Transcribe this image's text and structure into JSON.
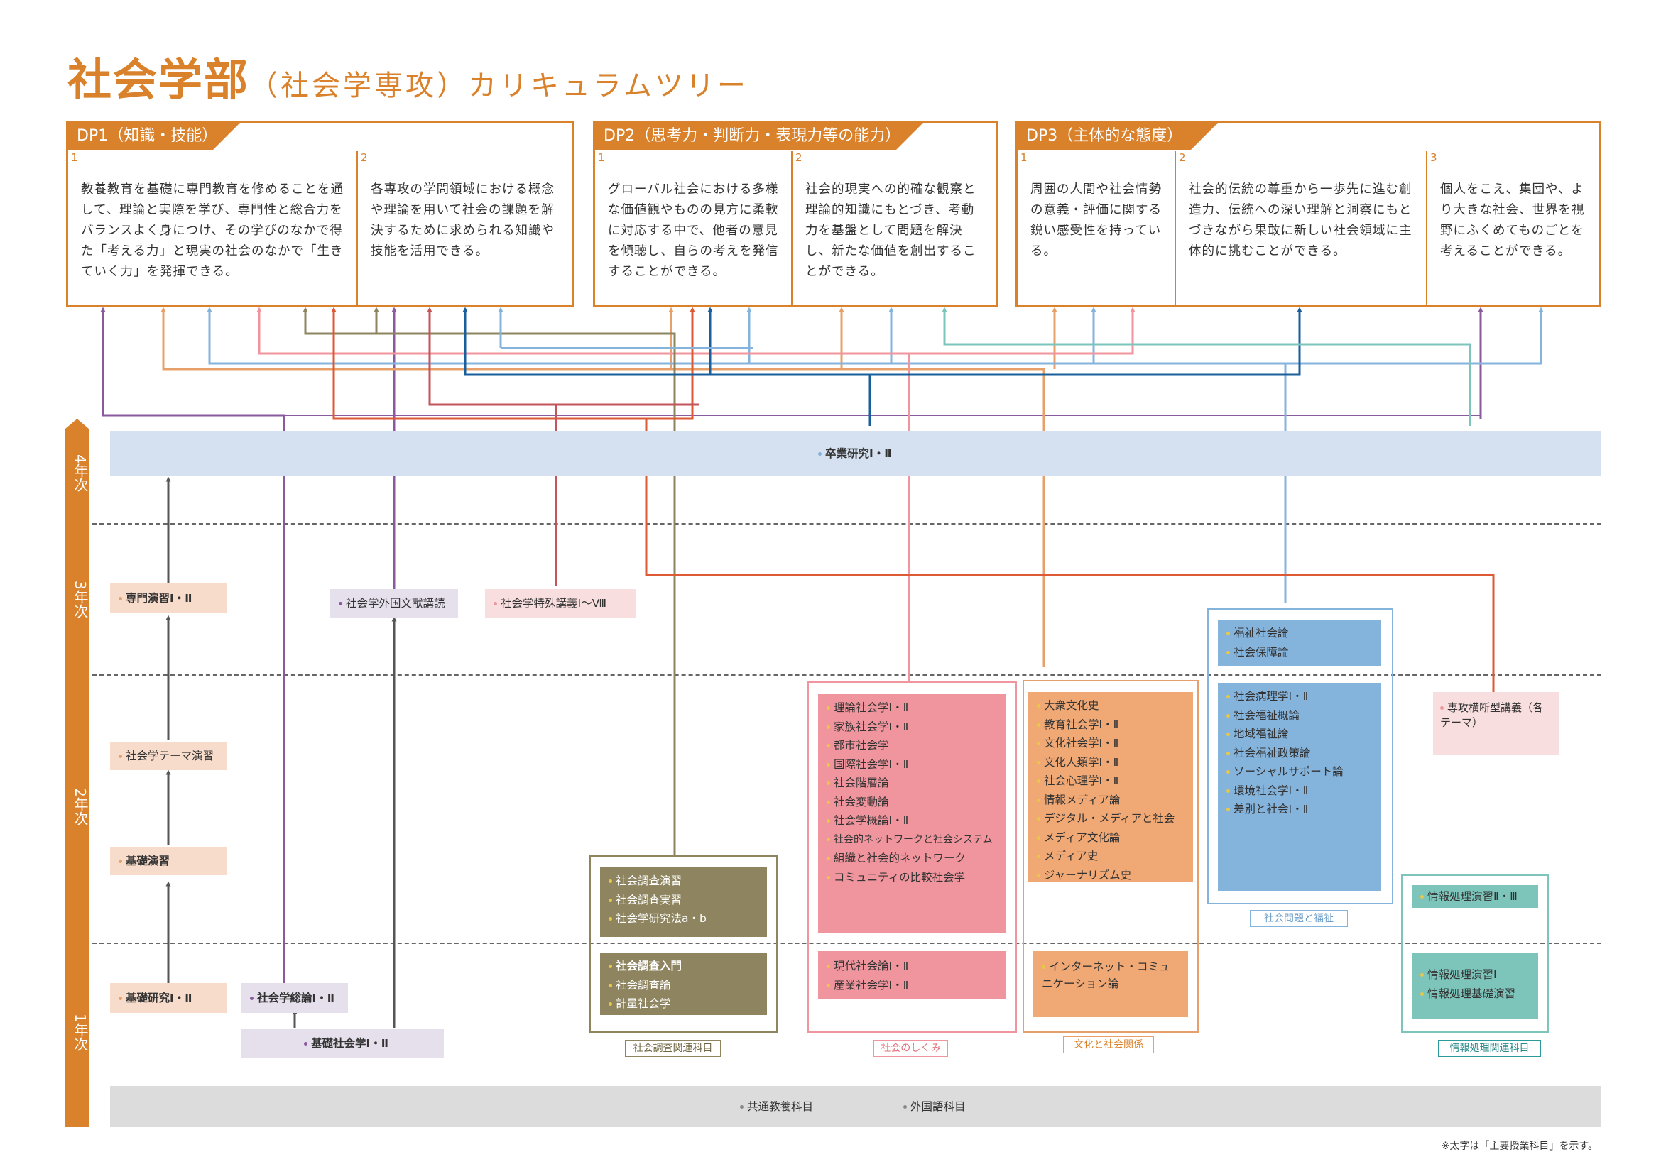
{
  "title": {
    "main": "社会学部",
    "open": "（",
    "sub": "社会学専攻",
    "close": "）",
    "suffix": "カリキュラムツリー"
  },
  "dp": [
    {
      "label": "DP1（知識・技能）",
      "cells": [
        {
          "num": "1",
          "text": "教養教育を基礎に専門教育を修めることを通して、理論と実際を学び、専門性と総合力をバランスよく身につけ、その学びのなかで得た「考える力」と現実の社会のなかで「生きていく力」を発揮できる。"
        },
        {
          "num": "2",
          "text": "各専攻の学問領域における概念や理論を用いて社会の課題を解決するために求められる知識や技能を活用できる。"
        }
      ]
    },
    {
      "label": "DP2（思考力・判断力・表現力等の能力）",
      "cells": [
        {
          "num": "1",
          "text": "グローバル社会における多様な価値観やものの見方に柔軟に対応する中で、他者の意見を傾聴し、自らの考えを発信することができる。"
        },
        {
          "num": "2",
          "text": "社会的現実への的確な観察と理論的知識にもとづき、考動力を基盤として問題を解決し、新たな価値を創出することができる。"
        }
      ]
    },
    {
      "label": "DP3（主体的な態度）",
      "cells": [
        {
          "num": "1",
          "text": "周囲の人間や社会情勢の意義・評価に関する鋭い感受性を持っている。"
        },
        {
          "num": "2",
          "text": "社会的伝統の尊重から一歩先に進む創造力、伝統への深い理解と洞察にもとづきながら果敢に新しい社会領域に主体的に挑むことができる。"
        },
        {
          "num": "3",
          "text": "個人をこえ、集団や、より大きな社会、世界を視野にふくめてものごとを考えることができる。"
        }
      ]
    }
  ],
  "years": [
    "4年次",
    "3年次",
    "2年次",
    "1年次"
  ],
  "courses": {
    "graduation": "卒業研究Ⅰ・Ⅱ",
    "senmon_enshu": "専門演習Ⅰ・Ⅱ",
    "gaikoku_bunken": "社会学外国文献講読",
    "tokushu_kogi": "社会学特殊講義Ⅰ～Ⅷ",
    "theme_enshu": "社会学テーマ演習",
    "kiso_enshu": "基礎演習",
    "kiso_kenkyu": "基礎研究Ⅰ・Ⅱ",
    "sokuron": "社会学総論Ⅰ・Ⅱ",
    "kiso_shakaigaku": "基礎社会学Ⅰ・Ⅱ",
    "senko_oudan": "専攻横断型講義（各テーマ）",
    "kyoyo": "共通教養科目",
    "gaikokugo": "外国語科目"
  },
  "groups": {
    "chosa": {
      "caption": "社会調査関連科目",
      "upper": [
        "社会調査演習",
        "社会調査実習",
        "社会学研究法a・b"
      ],
      "lower": [
        "社会調査入門",
        "社会調査論",
        "計量社会学"
      ]
    },
    "shikumi": {
      "caption": "社会のしくみ",
      "upper": [
        "理論社会学Ⅰ・Ⅱ",
        "家族社会学Ⅰ・Ⅱ",
        "都市社会学",
        "国際社会学Ⅰ・Ⅱ",
        "社会階層論",
        "社会変動論",
        "社会学概論Ⅰ・Ⅱ",
        "社会的ネットワークと社会システム",
        "組織と社会的ネットワーク",
        "コミュニティの比較社会学"
      ],
      "lower": [
        "現代社会論Ⅰ・Ⅱ",
        "産業社会学Ⅰ・Ⅱ"
      ]
    },
    "bunka": {
      "caption": "文化と社会関係",
      "upper": [
        "大衆文化史",
        "教育社会学Ⅰ・Ⅱ",
        "文化社会学Ⅰ・Ⅱ",
        "文化人類学Ⅰ・Ⅱ",
        "社会心理学Ⅰ・Ⅱ",
        "情報メディア論",
        "デジタル・メディアと社会",
        "メディア文化論",
        "メディア史",
        "ジャーナリズム史"
      ],
      "lower": [
        "インターネット・コミュニケーション論"
      ]
    },
    "fukushi": {
      "caption": "社会問題と福祉",
      "top": [
        "福祉社会論",
        "社会保障論"
      ],
      "upper": [
        "社会病理学Ⅰ・Ⅱ",
        "社会福祉概論",
        "地域福祉論",
        "社会福祉政策論",
        "ソーシャルサポート論",
        "環境社会学Ⅰ・Ⅱ",
        "差別と社会Ⅰ・Ⅱ"
      ]
    },
    "joho": {
      "caption": "情報処理関連科目",
      "upper": [
        "情報処理演習Ⅱ・Ⅲ"
      ],
      "lower": [
        "情報処理演習Ⅰ",
        "情報処理基礎演習"
      ]
    }
  },
  "note": "※太字は「主要授業科目」を示す。",
  "colors": {
    "orange": "#d9822b",
    "purple": "#8a5a9e",
    "salmon": "#e8a06a",
    "lightblue": "#84b3dc",
    "pink": "#f0959d",
    "olive": "#8e8560",
    "red": "#de5a34",
    "navy": "#1a5f9c",
    "teal": "#7dc4bb",
    "gray": "#555555"
  }
}
